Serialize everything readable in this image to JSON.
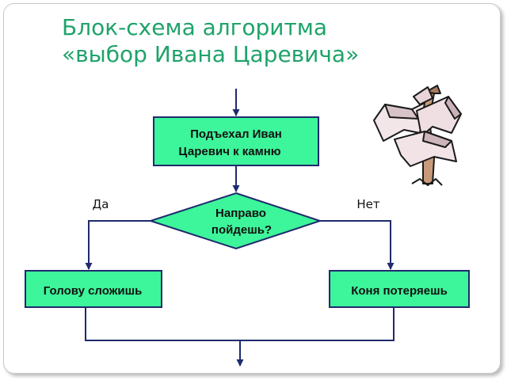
{
  "slide": {
    "title_lines": [
      "Блок-схема алгоритма",
      "«выбор Ивана Царевича»"
    ],
    "title_color": "#1fa36a"
  },
  "flowchart": {
    "colors": {
      "node_fill": "#3df59a",
      "node_border": "#1f2a6e",
      "connector": "#1f2a6e"
    },
    "nodes": {
      "start": {
        "shape": "process",
        "lines": [
          "Подъехал Иван",
          "Царевич к камню"
        ]
      },
      "decision": {
        "shape": "decision",
        "lines": [
          "Направо",
          "пойдешь?"
        ]
      },
      "yes_branch": {
        "shape": "process",
        "lines": [
          "Голову сложишь"
        ]
      },
      "no_branch": {
        "shape": "process",
        "lines": [
          "Коня потеряешь"
        ]
      }
    },
    "edge_labels": {
      "yes": "Да",
      "no": "Нет"
    }
  },
  "illustration": {
    "icon": "crossroads-signpost-icon"
  }
}
